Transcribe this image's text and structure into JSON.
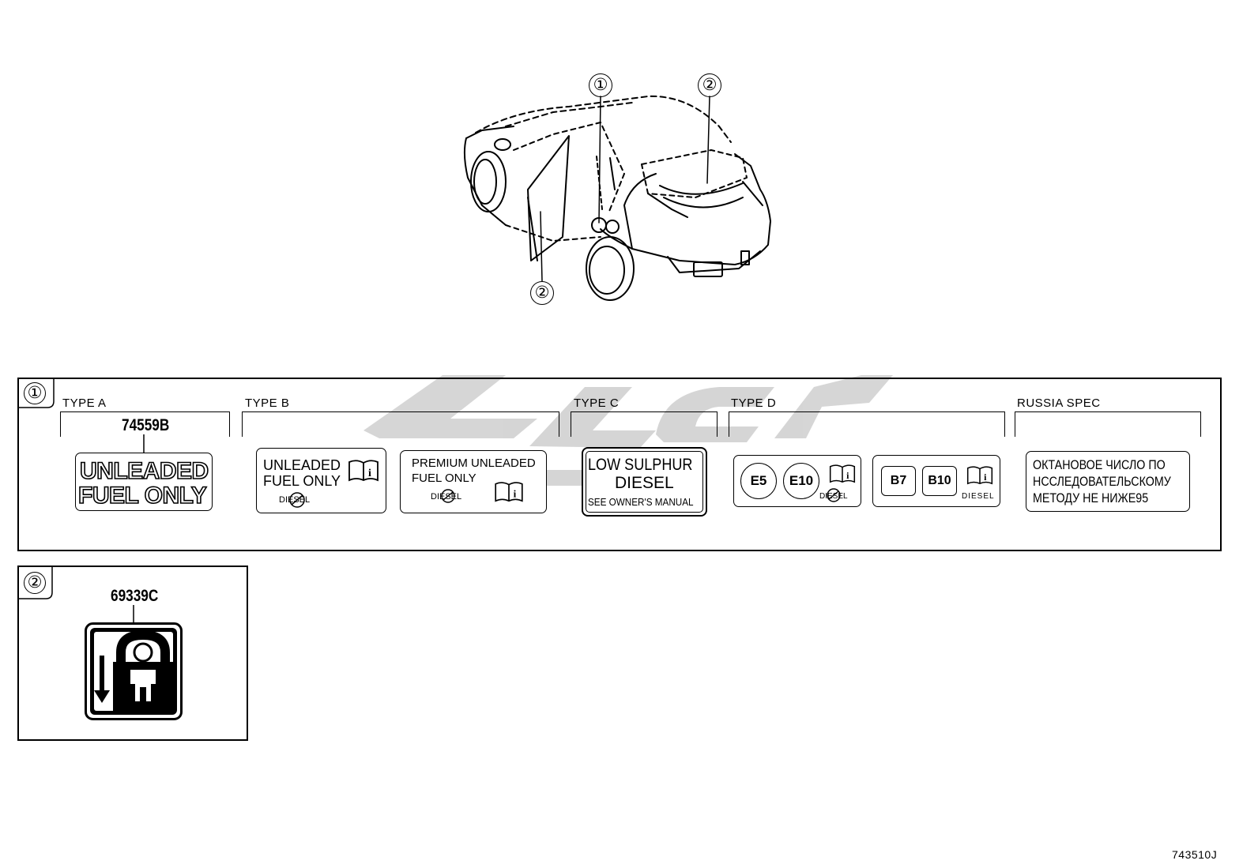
{
  "diagram": {
    "callouts": [
      "①",
      "②",
      "②"
    ],
    "ref_code": "743510J"
  },
  "panel1": {
    "marker": "①",
    "types": [
      {
        "label": "TYPE A"
      },
      {
        "label": "TYPE B"
      },
      {
        "label": "TYPE C"
      },
      {
        "label": "TYPE D"
      },
      {
        "label": "RUSSIA SPEC"
      }
    ],
    "part_number": "74559B",
    "type_a_label": {
      "line1": "UNLEADED",
      "line2": "FUEL ONLY"
    },
    "type_b_label1": {
      "line1": "UNLEADED",
      "line2": "FUEL ONLY",
      "crossed": "DIESEL"
    },
    "type_b_label2": {
      "line1": "PREMIUM  UNLEADED",
      "line2": "FUEL ONLY",
      "crossed": "DIESEL"
    },
    "type_c_label": {
      "line1": "LOW  SULPHUR",
      "line2": "DIESEL",
      "line3": "SEE OWNER'S MANUAL"
    },
    "type_d_label1": {
      "badge1": "E5",
      "badge2": "E10",
      "crossed": "DIESEL"
    },
    "type_d_label2": {
      "badge1": "B7",
      "badge2": "B10",
      "fuel": "DIESEL"
    },
    "russia_label": {
      "line1": "ОКТАНОВОЕ  ЧИСЛО  ПО",
      "line2": "НССЛЕДОВАТЕЛЬСКОМУ",
      "line3": "МЕТОДУ  НЕ  НИЖЕ95"
    }
  },
  "panel2": {
    "marker": "②",
    "part_number": "69339C",
    "icon": "child-lock-icon"
  }
}
